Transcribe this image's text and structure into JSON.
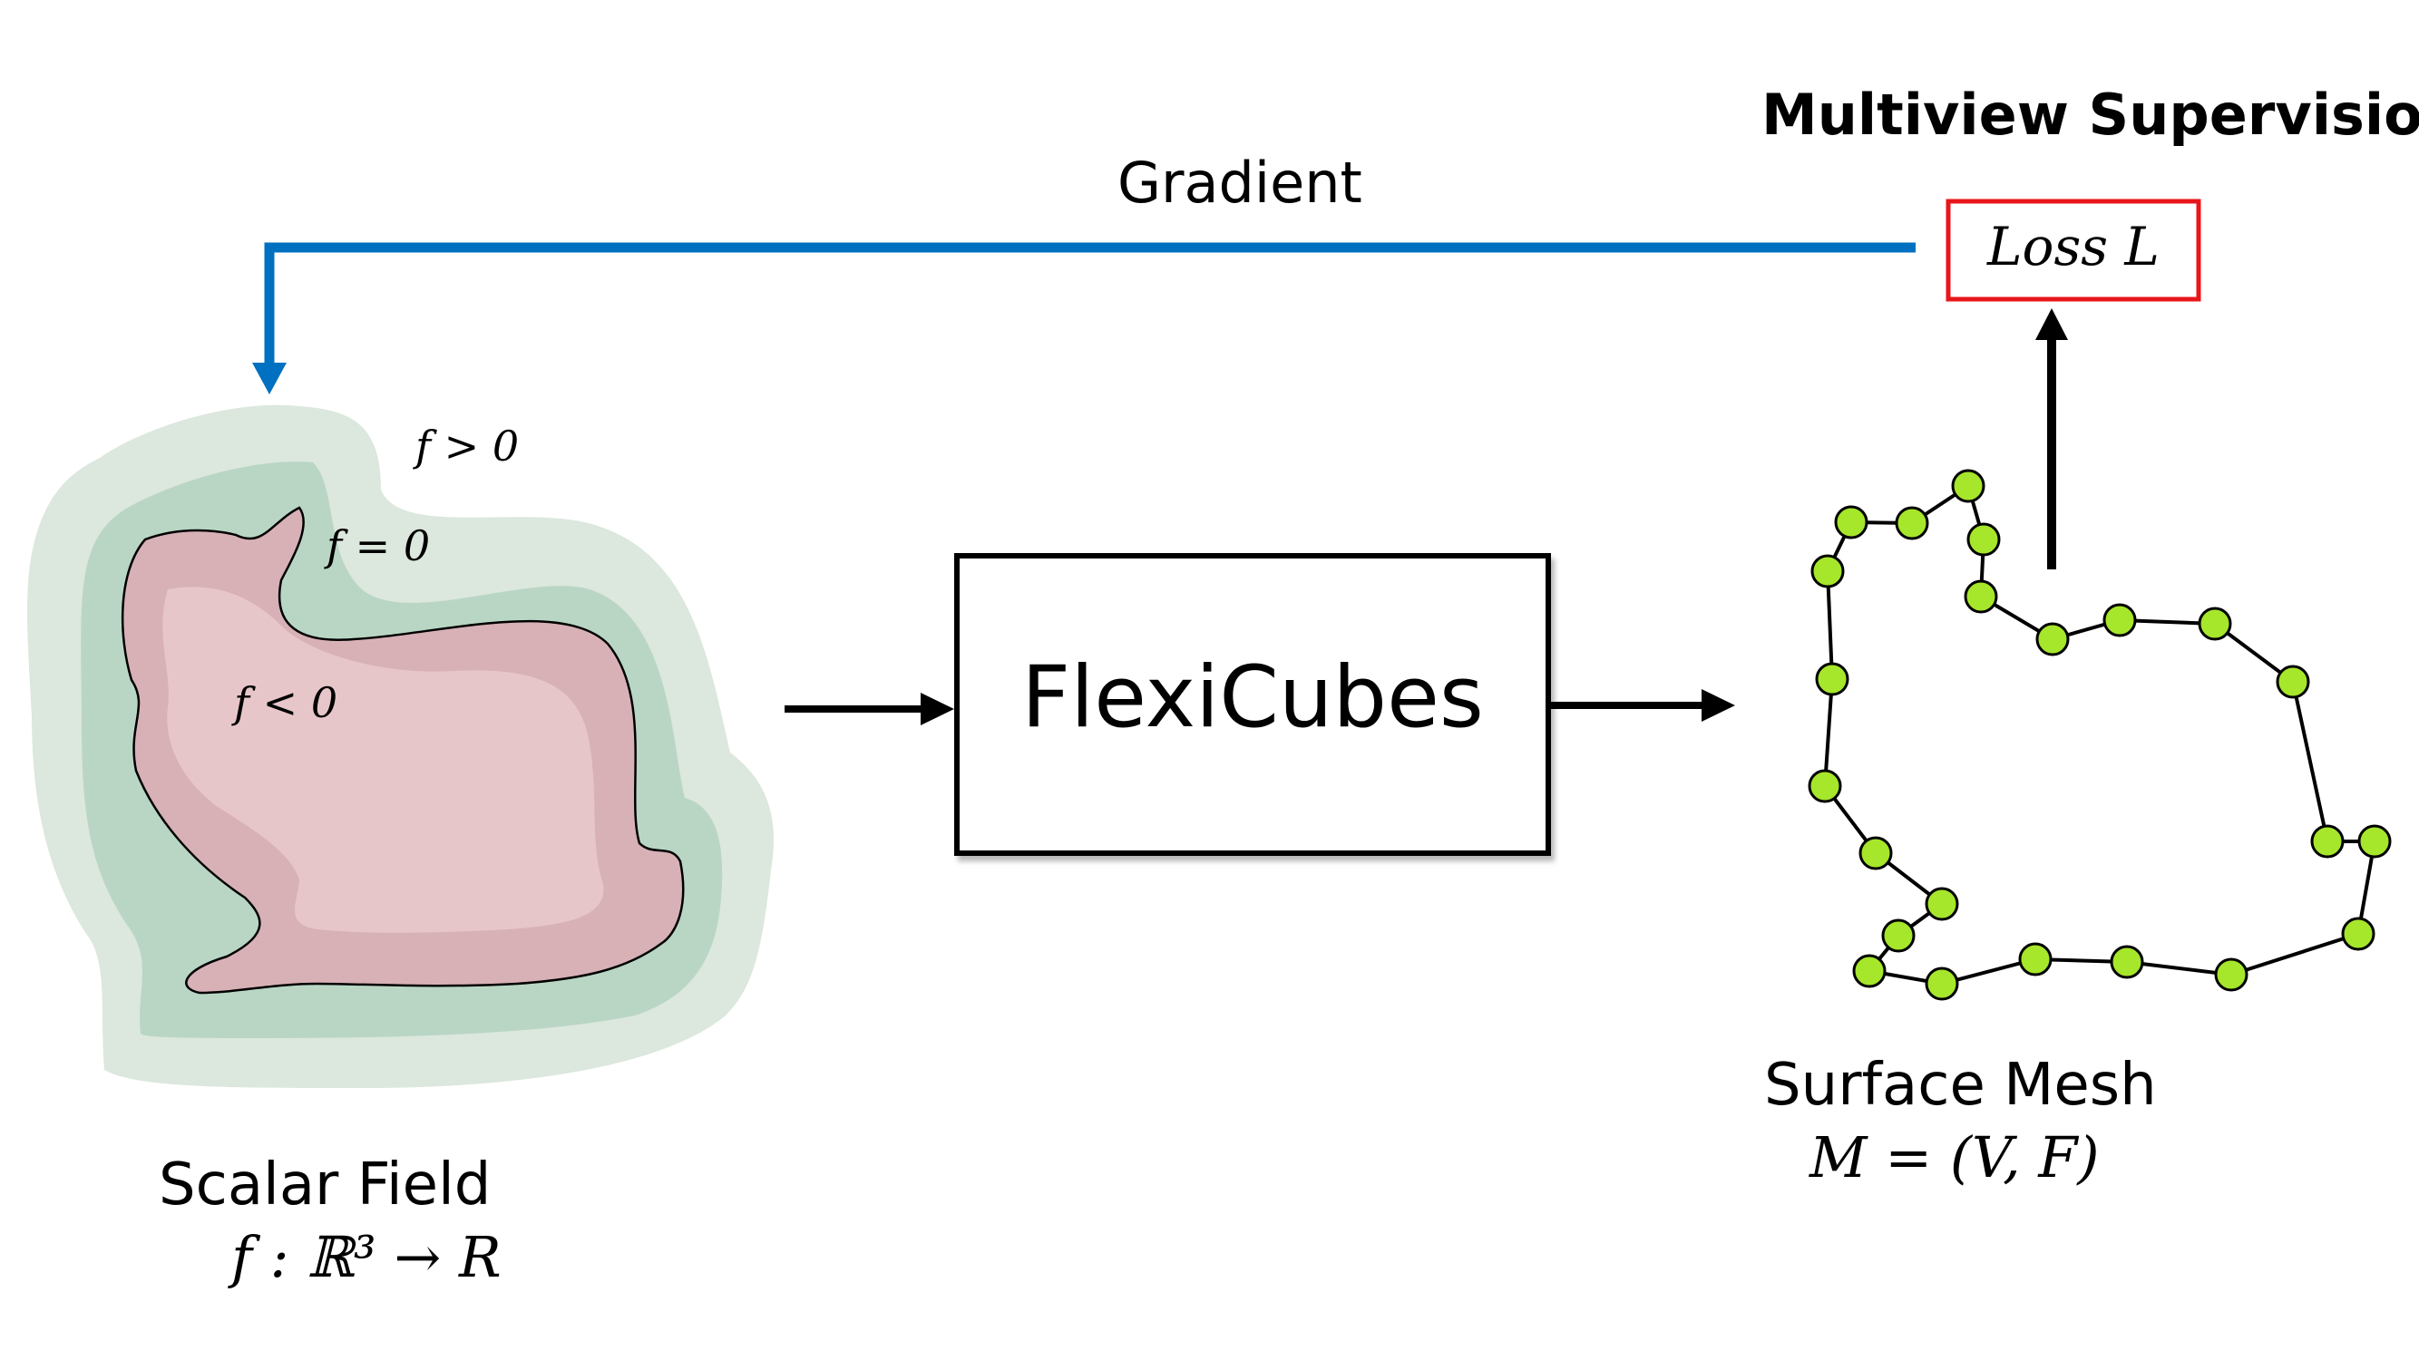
{
  "diagram": {
    "title": "Multiview Supervision",
    "gradient_label": "Gradient",
    "loss_label": "Loss L",
    "box_label": "FlexiCubes",
    "scalar_field": {
      "name": "Scalar Field",
      "formula": "f : ℝ³ → R",
      "level_pos": "f > 0",
      "level_zero": "f = 0",
      "level_neg": "f < 0"
    },
    "mesh": {
      "name": "Surface Mesh",
      "formula": "M = (V, F)"
    },
    "colors": {
      "gradient_arrow": "#0070C0",
      "loss_border": "#E8161B",
      "vertex_fill": "#A6E62B",
      "field_outer": "#DCE7DD",
      "field_middle": "#B9D6C4",
      "field_inner": "#D7B1B6",
      "field_core": "#E7C6CA"
    }
  }
}
